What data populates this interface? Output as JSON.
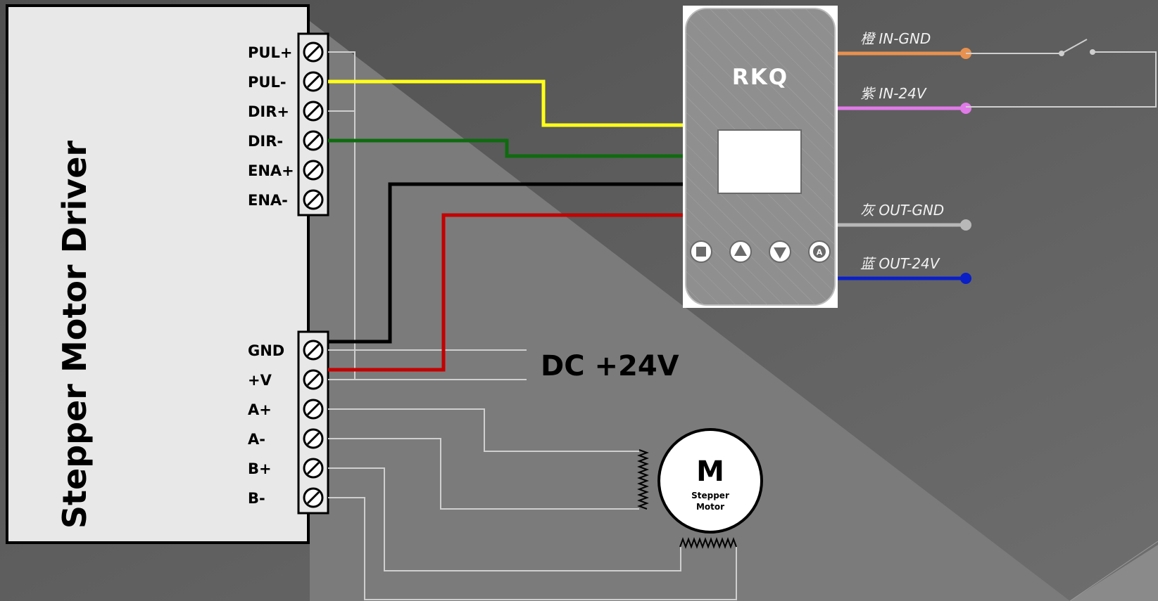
{
  "driver": {
    "title": "Stepper Motor Driver",
    "top_terminals": [
      "PUL+",
      "PUL-",
      "DIR+",
      "DIR-",
      "ENA+",
      "ENA-"
    ],
    "bottom_terminals": [
      "GND",
      "+V",
      "A+",
      "A-",
      "B+",
      "B-"
    ]
  },
  "power": {
    "label": "DC +24V"
  },
  "controller": {
    "logo": "RKQ",
    "buttons": [
      "stop-icon",
      "up-arrow-icon",
      "down-arrow-icon",
      "auto-icon"
    ],
    "auto_glyph": "A"
  },
  "wires": [
    {
      "label": "橙 IN-GND",
      "color": "#e8914f"
    },
    {
      "label": "紫 IN-24V",
      "color": "#e07ae8"
    },
    {
      "label": "灰 OUT-GND",
      "color": "#b8b8b8"
    },
    {
      "label": "蓝 OUT-24V",
      "color": "#0a1fc8"
    }
  ],
  "signal_colors": {
    "pul": "#ffff1a",
    "dir": "#0f6b0f",
    "gnd": "#000000",
    "vplus": "#c40000"
  },
  "motor": {
    "letter": "M",
    "line1": "Stepper",
    "line2": "Motor"
  }
}
